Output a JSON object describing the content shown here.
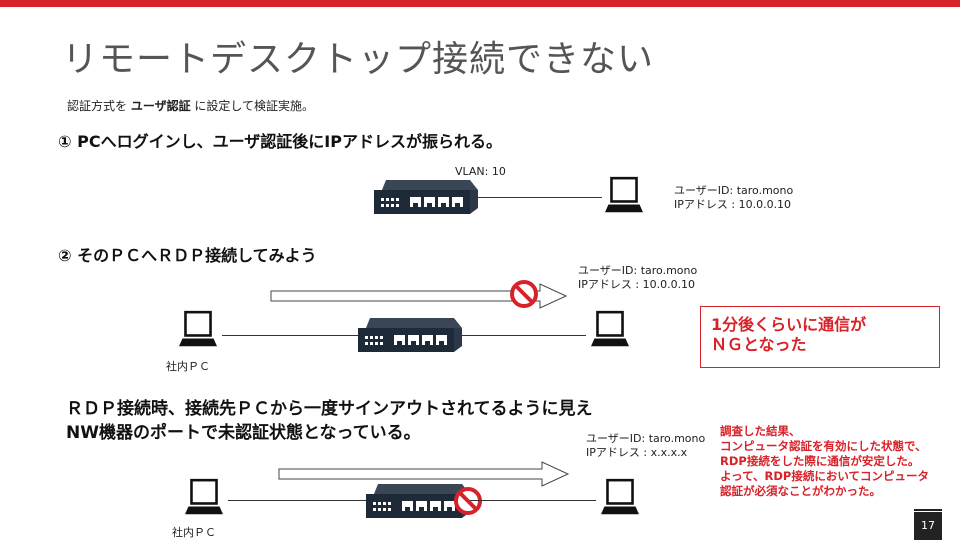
{
  "title": "リモートデスクトップ接続できない",
  "note": {
    "prefix": "認証方式を ",
    "bold": "ユーザ認証",
    "suffix": " に設定して検証実施。"
  },
  "step1": {
    "heading": "① PCへログインし、ユーザ認証後にIPアドレスが振られる。",
    "vlan": "VLAN: 10",
    "user_line": "ユーザーID: taro.mono",
    "ip_line": "IPアドレス : 10.0.0.10"
  },
  "step2": {
    "heading": "② そのＰＣへＲＤＰ接続してみよう",
    "user_line": "ユーザーID: taro.mono",
    "ip_line": "IPアドレス : 10.0.0.10",
    "pc_label": "社内ＰＣ",
    "callout": [
      "1分後くらいに通信が",
      "ＮＧとなった"
    ]
  },
  "step3": {
    "line1": "ＲＤＰ接続時、接続先ＰＣから一度サインアウトされてるように見え",
    "line2": "NW機器のポートで未認証状態となっている。",
    "user_line": "ユーザーID: taro.mono",
    "ip_line": "IPアドレス : x.x.x.x",
    "pc_label": "社内ＰＣ",
    "result": [
      "調査した結果、",
      "コンピュータ認証を有効にした状態で、",
      "RDP接続をした際に通信が安定した。",
      "よって、RDP接続においてコンピュータ",
      "認証が必須なことがわかった。"
    ]
  },
  "page_number": "17",
  "colors": {
    "accent": "#d8222a",
    "switch": "#1e2a38"
  }
}
